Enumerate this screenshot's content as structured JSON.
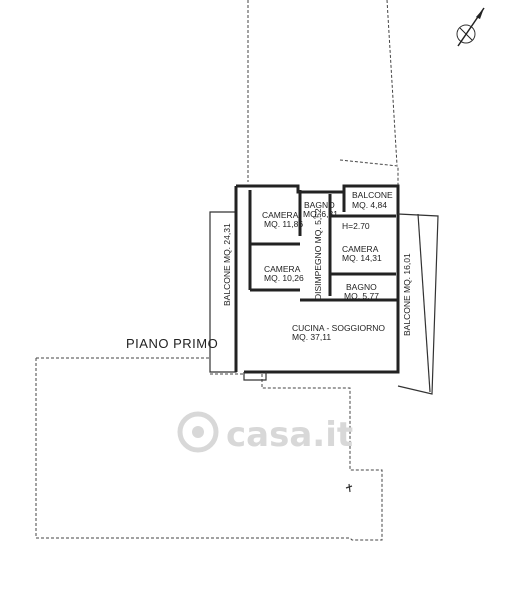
{
  "plan": {
    "floor_title": "PIANO PRIMO",
    "height_label": "H=2.70",
    "watermark": "casa.it",
    "rooms": [
      {
        "name": "CAMERA",
        "area": "MQ. 11,86"
      },
      {
        "name": "BAGNO",
        "area": "MQ. 6,31"
      },
      {
        "name": "BALCONE",
        "area": "MQ. 4,84"
      },
      {
        "name": "CAMERA",
        "area": "MQ. 14,31"
      },
      {
        "name": "CAMERA",
        "area": "MQ. 10,26"
      },
      {
        "name": "BAGNO",
        "area": "MQ. 5,77"
      },
      {
        "name": "CUCINA - SOGGIORNO",
        "area": "MQ. 37,11"
      }
    ],
    "vertical_labels": {
      "disimpegno": "DISIMPEGNO MQ. 5,52",
      "balcone_left": "BALCONE MQ. 24,31",
      "balcone_right": "BALCONE MQ. 16,01"
    },
    "icons": [
      "north-arrow-icon",
      "watermark-logo-icon"
    ]
  }
}
